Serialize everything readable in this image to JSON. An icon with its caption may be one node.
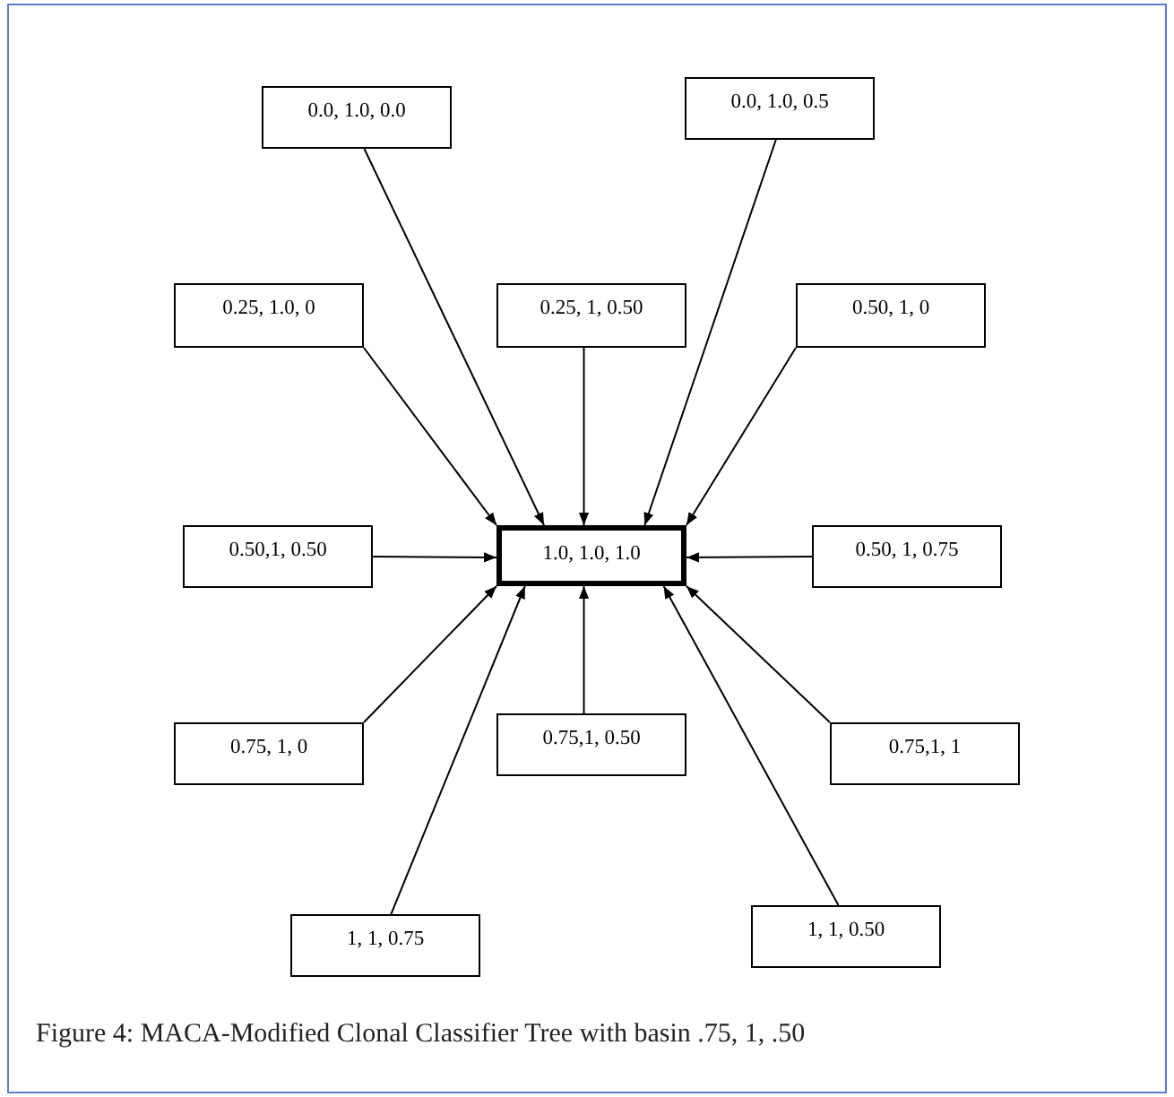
{
  "diagram": {
    "caption": "Figure 4: MACA-Modified Clonal Classifier Tree with basin .75, 1, .50",
    "nodes": [
      {
        "text": [
          "0.0, 1.0, 0.0"
        ]
      },
      {
        "text": [
          "0.0, 1.0, 0.5"
        ]
      },
      {
        "text": [
          "0.25, 1.0, 0"
        ]
      },
      {
        "text": [
          "0.25, 1, 0.50"
        ]
      },
      {
        "text": [
          "0.50, 1, 0"
        ]
      },
      {
        "text": [
          "0.50,1, 0.50"
        ]
      },
      {
        "text": [
          "1.0, 1.0, 1.0"
        ]
      },
      {
        "text": [
          "0.50, 1, 0.75"
        ]
      },
      {
        "text": [
          "0.75, 1, 0"
        ]
      },
      {
        "text": [
          "0.75,1, 0.50"
        ]
      },
      {
        "text": [
          "0.75,1, 1"
        ]
      },
      {
        "text": [
          "1, 1, 0.75"
        ]
      },
      {
        "text": [
          "1, 1, 0.50"
        ]
      }
    ],
    "edges": [
      {
        "from": 0,
        "to": 6,
        "arrow": "to"
      },
      {
        "from": 1,
        "to": 6,
        "arrow": "to"
      },
      {
        "from": 2,
        "to": 6,
        "arrow": "to"
      },
      {
        "from": 3,
        "to": 6,
        "arrow": "to"
      },
      {
        "from": 4,
        "to": 6,
        "arrow": "to"
      },
      {
        "from": 5,
        "to": 6,
        "arrow": "to"
      },
      {
        "from": 7,
        "to": 6,
        "arrow": "to"
      },
      {
        "from": 8,
        "to": 6,
        "arrow": "to"
      },
      {
        "from": 9,
        "to": 6,
        "arrow": "to"
      },
      {
        "from": 10,
        "to": 6,
        "arrow": "to"
      },
      {
        "from": 11,
        "to": 6,
        "arrow": "to"
      },
      {
        "from": 12,
        "to": 6,
        "arrow": "to"
      }
    ]
  }
}
